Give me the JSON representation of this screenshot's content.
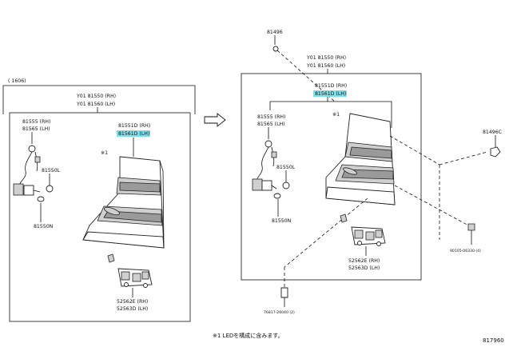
{
  "bracket_left": {
    "year_label": "(       1606)"
  },
  "left_group": {
    "assy_rh": "Y01  81550 (RH)",
    "assy_lh": "Y01  81560 (LH)",
    "lens_rh": "81551D (RH)",
    "lens_lh": "81561D (LH)",
    "note_mark": "※1",
    "socket_rh": "81555 (RH)",
    "socket_lh": "81565 (LH)",
    "bulb_l": "81550L",
    "bulb_n": "81550N",
    "bracket_rh": "52562E (RH)",
    "bracket_lh": "52563D (LH)"
  },
  "right_group": {
    "clip_top": "81496",
    "assy_rh": "Y01  81550 (RH)",
    "assy_lh": "Y01  81560 (LH)",
    "lens_rh": "81551D (RH)",
    "lens_lh": "81561D (LH)",
    "note_mark": "※1",
    "socket_rh": "81555 (RH)",
    "socket_lh": "81565 (LH)",
    "bulb_l": "81550L",
    "bulb_n": "81550N",
    "bracket_rh": "52562E (RH)",
    "bracket_lh": "52563D (LH)",
    "clip_side": "81496C",
    "bolt_right": "90105-06330 (4)",
    "clip_bottom": "76817-26040 (2)"
  },
  "footnote": "※1  LEDを構成に含みます。",
  "diagram_id": "817960",
  "colors": {
    "highlight": "#7fe0ea",
    "line": "#111111"
  }
}
